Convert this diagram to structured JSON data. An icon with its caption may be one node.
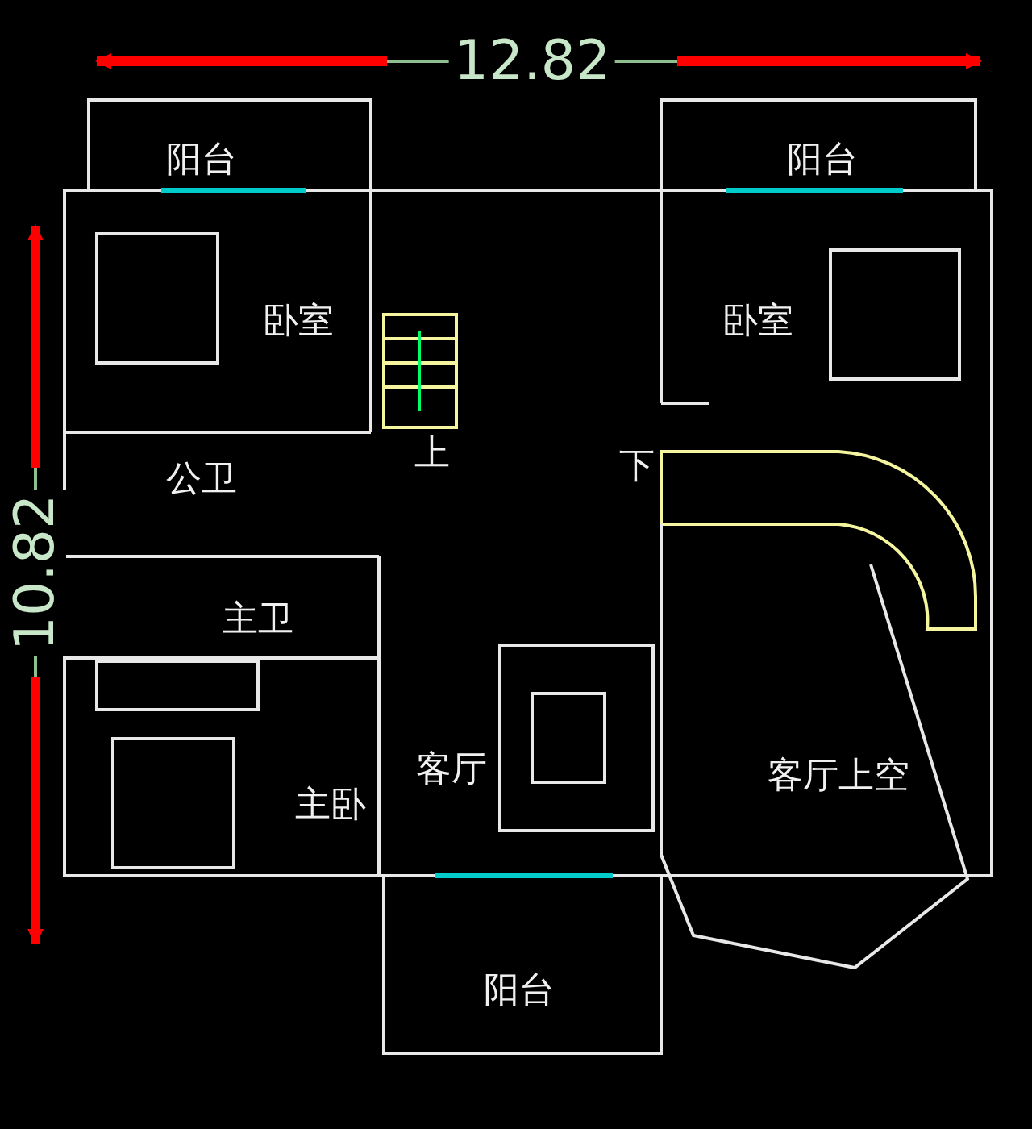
{
  "diagram": {
    "labels": [
      "12.82",
      "阳台",
      "阳台",
      "卧室",
      "卧室",
      "10.82",
      "上",
      "公卫",
      "下",
      "主卫",
      "客厅",
      "客厅上空",
      "主卧",
      "阳台"
    ]
  }
}
